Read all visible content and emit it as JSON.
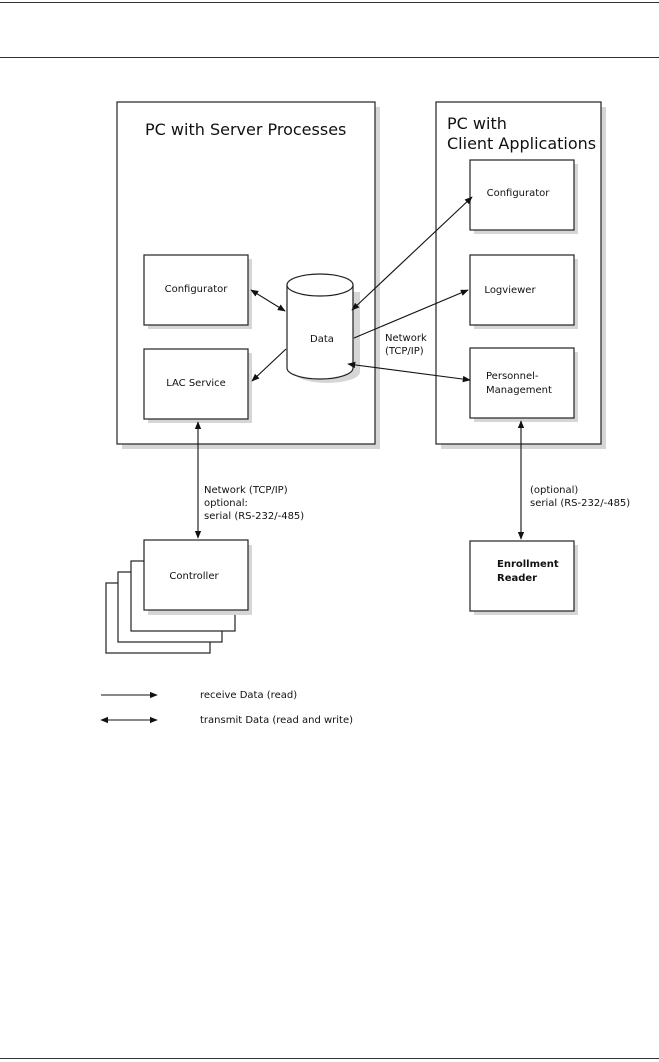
{
  "server": {
    "title": "PC with Server Processes",
    "configurator": "Configurator",
    "lac_service": "LAC Service",
    "data": "Data"
  },
  "client": {
    "title_line1": "PC with",
    "title_line2": "Client Applications",
    "configurator": "Configurator",
    "logviewer": "Logviewer",
    "personnel_line1": "Personnel-",
    "personnel_line2": "Management"
  },
  "network_mid": {
    "line1": "Network",
    "line2": "(TCP/IP)"
  },
  "network_left": {
    "line1": "Network (TCP/IP)",
    "line2": "optional:",
    "line3": "serial (RS-232/-485)"
  },
  "network_right": {
    "line1": "(optional)",
    "line2": "serial (RS-232/-485)"
  },
  "controller": "Controller",
  "enrollment": {
    "line1": "Enrollment",
    "line2": "Reader"
  },
  "legend": {
    "receive": "receive Data (read)",
    "transmit": "transmit Data (read and write)"
  }
}
